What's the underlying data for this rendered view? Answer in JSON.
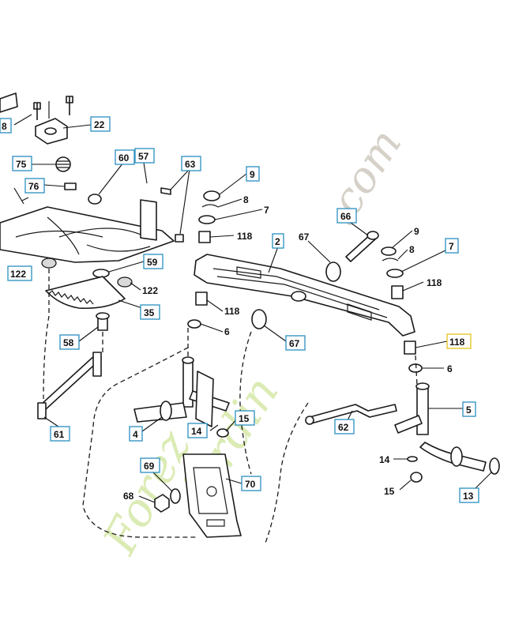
{
  "watermark": {
    "left": "Forez",
    "center": "jardin",
    "right": ".com"
  },
  "colors": {
    "box_border": "#2a8fc0",
    "box_highlight": "#e3c21a",
    "watermark_green": "#c8e28a",
    "watermark_gray": "#bfb8ac"
  },
  "callouts": [
    {
      "id": "c8",
      "text": "8",
      "boxed": true
    },
    {
      "id": "c22",
      "text": "22",
      "boxed": true
    },
    {
      "id": "c75",
      "text": "75",
      "boxed": true
    },
    {
      "id": "c76",
      "text": "76",
      "boxed": true
    },
    {
      "id": "c60",
      "text": "60",
      "boxed": true
    },
    {
      "id": "c57",
      "text": "57",
      "boxed": true
    },
    {
      "id": "c63",
      "text": "63",
      "boxed": true
    },
    {
      "id": "c9a",
      "text": "9",
      "boxed": true
    },
    {
      "id": "c8b",
      "text": "8",
      "boxed": false
    },
    {
      "id": "c7a",
      "text": "7",
      "boxed": false
    },
    {
      "id": "c118a",
      "text": "118",
      "boxed": false
    },
    {
      "id": "c66",
      "text": "66",
      "boxed": true
    },
    {
      "id": "c2",
      "text": "2",
      "boxed": true
    },
    {
      "id": "c67a",
      "text": "67",
      "boxed": false
    },
    {
      "id": "c9b",
      "text": "9",
      "boxed": false
    },
    {
      "id": "c8c",
      "text": "8",
      "boxed": false
    },
    {
      "id": "c7b",
      "text": "7",
      "boxed": true
    },
    {
      "id": "c118b",
      "text": "118",
      "boxed": false
    },
    {
      "id": "c59",
      "text": "59",
      "boxed": true
    },
    {
      "id": "c122a",
      "text": "122",
      "boxed": true
    },
    {
      "id": "c122b",
      "text": "122",
      "boxed": false
    },
    {
      "id": "c35",
      "text": "35",
      "boxed": true
    },
    {
      "id": "c118c",
      "text": "118",
      "boxed": false
    },
    {
      "id": "c6a",
      "text": "6",
      "boxed": false
    },
    {
      "id": "c67b",
      "text": "67",
      "boxed": true
    },
    {
      "id": "c118d",
      "text": "118",
      "boxed": true,
      "highlight": true
    },
    {
      "id": "c58",
      "text": "58",
      "boxed": true
    },
    {
      "id": "c6b",
      "text": "6",
      "boxed": false
    },
    {
      "id": "c5",
      "text": "5",
      "boxed": true
    },
    {
      "id": "c15a",
      "text": "15",
      "boxed": true
    },
    {
      "id": "c14a",
      "text": "14",
      "boxed": true
    },
    {
      "id": "c4",
      "text": "4",
      "boxed": true
    },
    {
      "id": "c62",
      "text": "62",
      "boxed": true
    },
    {
      "id": "c61",
      "text": "61",
      "boxed": true
    },
    {
      "id": "c14b",
      "text": "14",
      "boxed": false
    },
    {
      "id": "c69",
      "text": "69",
      "boxed": true
    },
    {
      "id": "c70",
      "text": "70",
      "boxed": true
    },
    {
      "id": "c68",
      "text": "68",
      "boxed": false
    },
    {
      "id": "c15b",
      "text": "15",
      "boxed": false
    },
    {
      "id": "c13",
      "text": "13",
      "boxed": true
    }
  ]
}
